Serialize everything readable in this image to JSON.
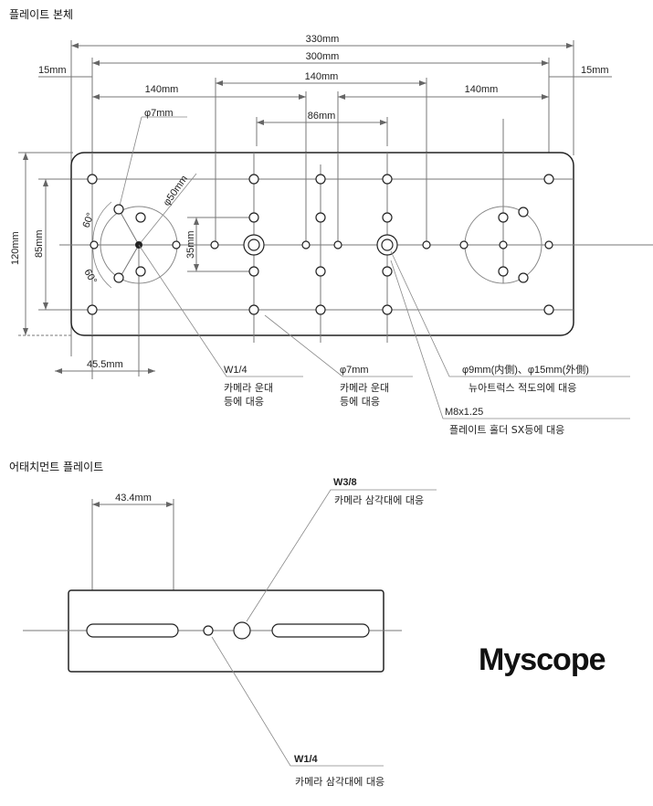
{
  "sections": {
    "plate_body": "플레이트 본체",
    "attachment_plate": "어태치먼트 플레이트"
  },
  "plate_dims": {
    "d330": "330mm",
    "d300": "300mm",
    "d15_left": "15mm",
    "d15_right": "15mm",
    "d140_left": "140mm",
    "d140_mid": "140mm",
    "d140_right": "140mm",
    "d86": "86mm",
    "phi7_top": "φ7mm",
    "phi50": "φ50mm",
    "d120": "120mm",
    "d85": "85mm",
    "d35": "35mm",
    "angle_top": "60°",
    "angle_bottom": "60°",
    "d45_5": "45.5mm"
  },
  "plate_callouts": {
    "w14_label": "W1/4",
    "w14_line1": "카메라 운대",
    "w14_line2": "등에 대응",
    "phi7_label": "φ7mm",
    "phi7_line1": "카메라 운대",
    "phi7_line2": "등에 대응",
    "phi9_label": "φ9mm(内側)、φ15mm(外側)",
    "phi9_desc": "뉴아트럭스 적도의에 대응",
    "m8_label": "M8x1.25",
    "m8_desc": "플레이트 홀더 SX등에 대응"
  },
  "attachment": {
    "d43_4": "43.4mm",
    "w38_label": "W3/8",
    "w38_desc": "카메라 삼각대에 대응",
    "w14_label": "W1/4",
    "w14_desc": "카메라 삼각대에 대응"
  },
  "logo": "Myscope",
  "colors": {
    "line": "#222222",
    "dim": "#777777"
  }
}
